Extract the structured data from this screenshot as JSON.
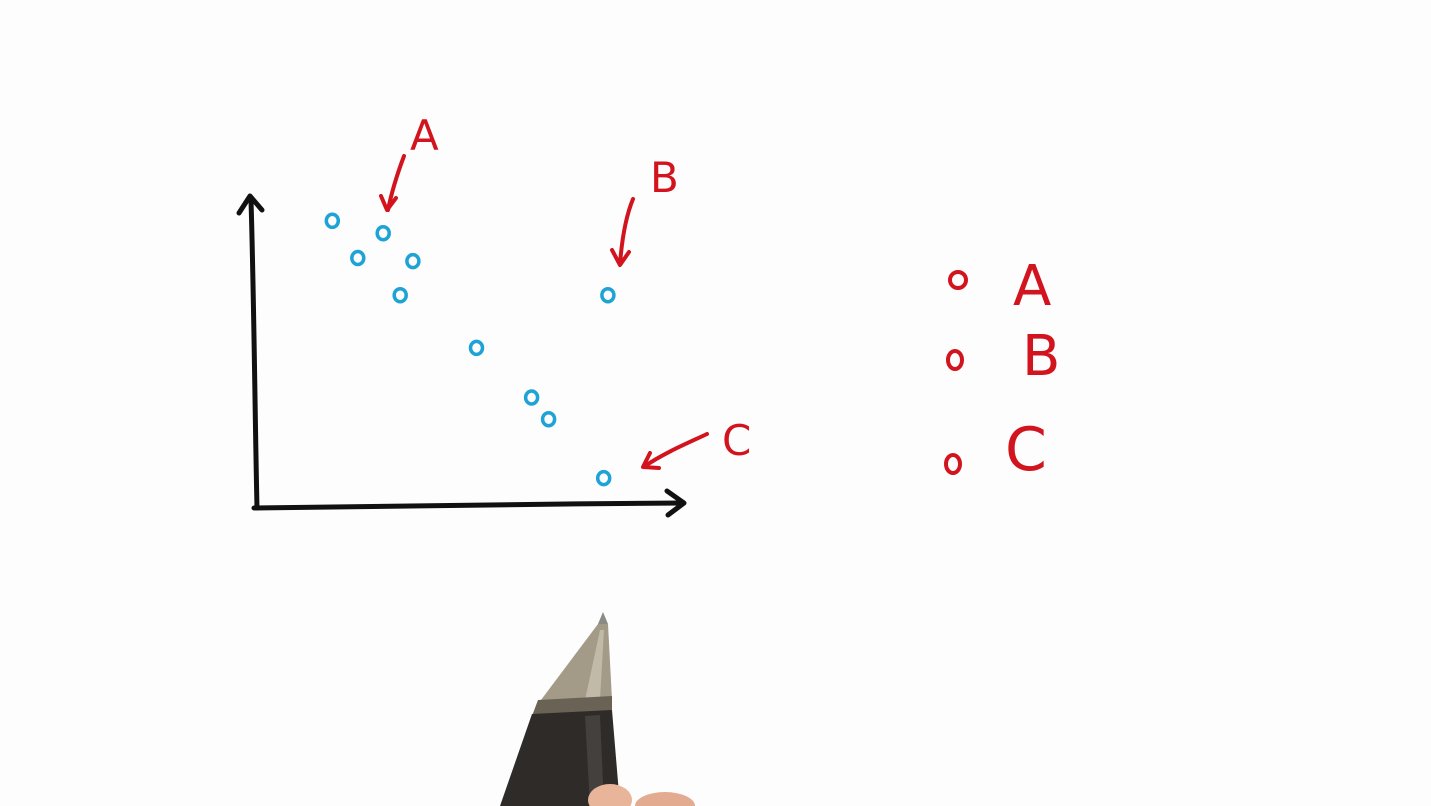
{
  "colors": {
    "background": "#fdfdfd",
    "axis": "#111111",
    "points": "#1ea3d6",
    "annotation": "#d2141f"
  },
  "callouts": {
    "a": "A",
    "b": "B",
    "c": "C"
  },
  "options": [
    {
      "label": "A",
      "selected": false
    },
    {
      "label": "B",
      "selected": false
    },
    {
      "label": "C",
      "selected": false
    }
  ],
  "chart_data": {
    "type": "scatter",
    "xlabel": "",
    "ylabel": "",
    "xlim": [
      0,
      10
    ],
    "ylim": [
      0,
      10
    ],
    "grid": false,
    "points": [
      {
        "x": 1.8,
        "y": 9.2
      },
      {
        "x": 3.0,
        "y": 8.8
      },
      {
        "x": 2.4,
        "y": 8.0
      },
      {
        "x": 3.7,
        "y": 7.9
      },
      {
        "x": 3.4,
        "y": 6.8
      },
      {
        "x": 5.2,
        "y": 5.1
      },
      {
        "x": 6.5,
        "y": 3.5
      },
      {
        "x": 6.9,
        "y": 2.8
      },
      {
        "x": 8.3,
        "y": 6.8
      },
      {
        "x": 8.2,
        "y": 0.9
      }
    ]
  }
}
